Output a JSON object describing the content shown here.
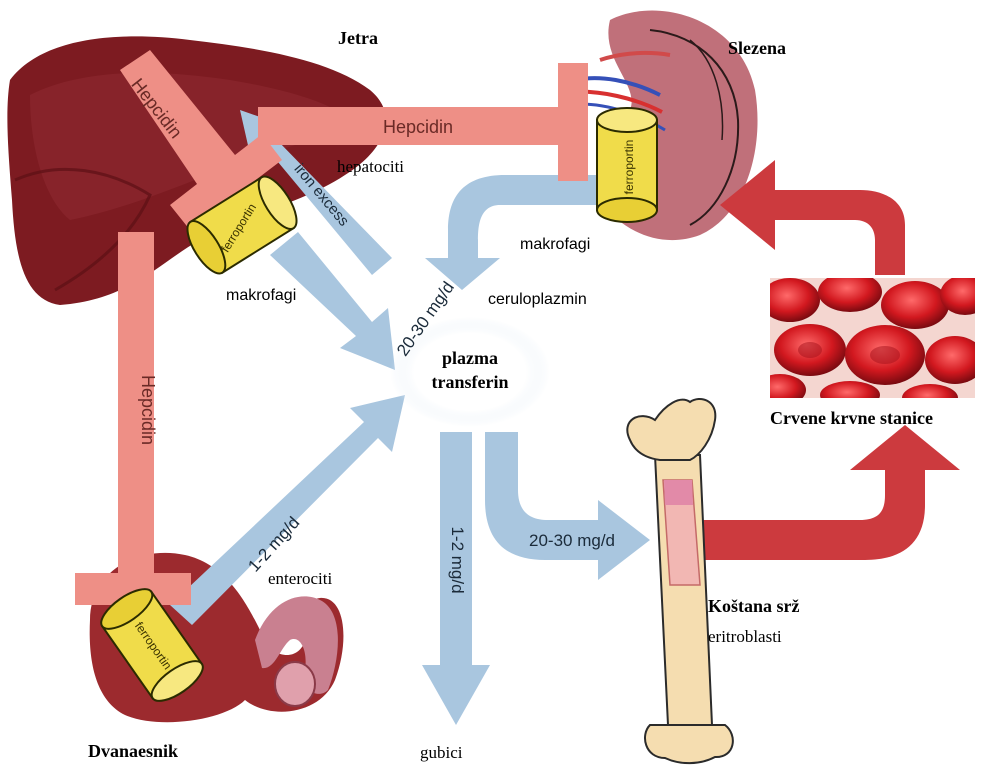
{
  "organs": {
    "liver": "Jetra",
    "spleen": "Slezena",
    "duodenum": "Dvanaesnik",
    "bone_marrow": "Koštana srž",
    "red_cells": "Crvene krvne stanice"
  },
  "cells": {
    "hepatocytes": "hepatociti",
    "macrophages_liver": "makrofagi",
    "macrophages_spleen": "makrofagi",
    "enterocytes": "enterociti",
    "erythroblasts": "eritroblasti"
  },
  "center": {
    "line1": "plazma",
    "line2": "transferin"
  },
  "proteins": {
    "ceruloplasmin": "ceruloplazmin",
    "ferroportin": "ferroportin",
    "hepcidin": "Hepcidin",
    "iron_excess": "iron excess"
  },
  "flows": {
    "macrophage_recycling": "20-30 mg/d",
    "intestinal_absorption": "1-2 mg/d",
    "losses_rate": "1-2 mg/d",
    "to_marrow": "20-30 mg/d",
    "losses": "gubici"
  },
  "colors": {
    "hepcidin": "#ee8f86",
    "flow_blue": "#a9c6df",
    "flow_red": "#cc3a3e",
    "liver": "#7d1b21",
    "spleen": "#c0707a",
    "ferroportin": "#f0dc4a",
    "bone": "#f5ddb0"
  }
}
